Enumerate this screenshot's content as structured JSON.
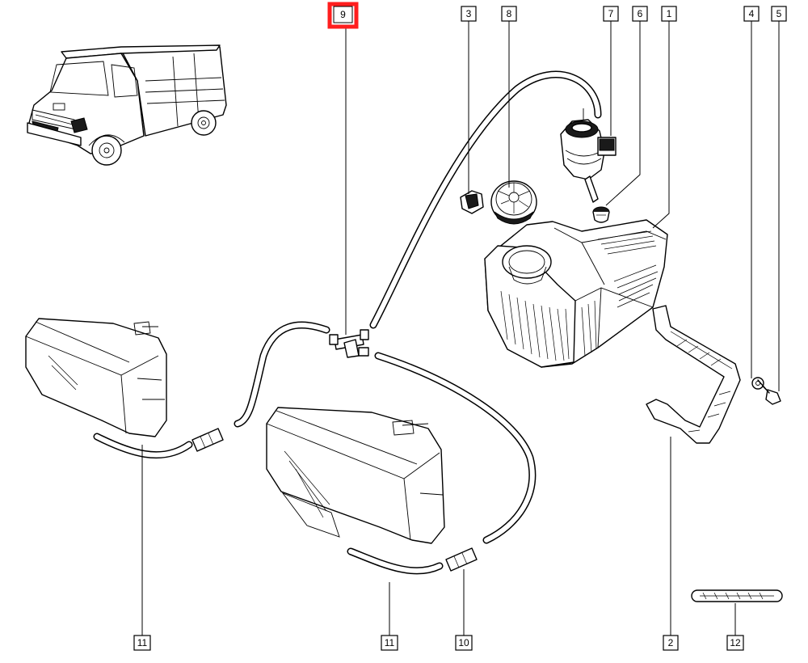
{
  "highlight_color": "#ff1e1e",
  "callouts": [
    {
      "id": "c9",
      "label": "9",
      "highlighted": true
    },
    {
      "id": "c3",
      "label": "3",
      "highlighted": false
    },
    {
      "id": "c8",
      "label": "8",
      "highlighted": false
    },
    {
      "id": "c7",
      "label": "7",
      "highlighted": false
    },
    {
      "id": "c6",
      "label": "6",
      "highlighted": false
    },
    {
      "id": "c1",
      "label": "1",
      "highlighted": false
    },
    {
      "id": "c4",
      "label": "4",
      "highlighted": false
    },
    {
      "id": "c5",
      "label": "5",
      "highlighted": false
    },
    {
      "id": "c11a",
      "label": "11",
      "highlighted": false
    },
    {
      "id": "c11b",
      "label": "11",
      "highlighted": false
    },
    {
      "id": "c10",
      "label": "10",
      "highlighted": false
    },
    {
      "id": "c2",
      "label": "2",
      "highlighted": false
    },
    {
      "id": "c12",
      "label": "12",
      "highlighted": false
    }
  ]
}
